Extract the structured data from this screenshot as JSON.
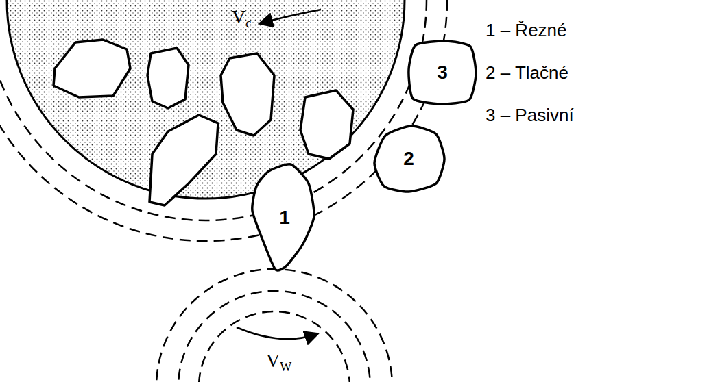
{
  "diagram": {
    "nodes": [
      {
        "text": [
          "1"
        ]
      },
      {
        "text": [
          "2"
        ]
      },
      {
        "text": [
          "3"
        ]
      }
    ],
    "labels": [
      "Vc",
      "VW",
      "1 – Řezné",
      "2 – Tlačné",
      "3 – Pasivní"
    ]
  }
}
